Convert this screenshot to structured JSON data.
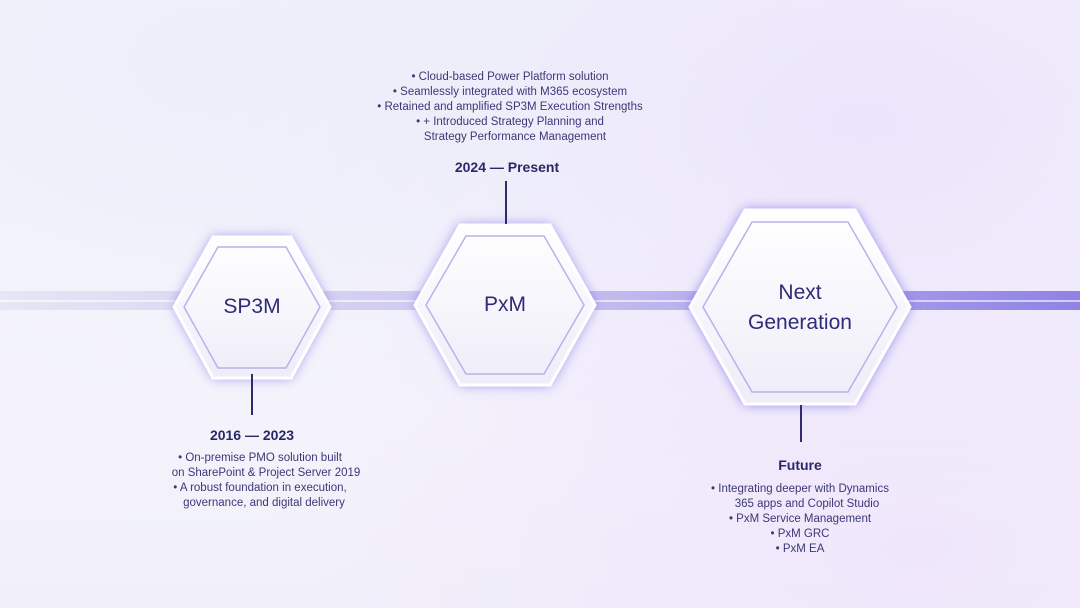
{
  "milestones": [
    {
      "name": "SP3M",
      "period": "2016 — 2023",
      "bullets": [
        "• On-premise PMO solution built",
        "on SharePoint & Project Server 2019",
        "• A robust foundation in execution,",
        "governance, and digital delivery"
      ]
    },
    {
      "name": "PxM",
      "period": "2024 — Present",
      "bullets": [
        "• Cloud-based Power Platform solution",
        "• Seamlessly integrated with M365 ecosystem",
        "• Retained and amplified SP3M Execution Strengths",
        "• + Introduced Strategy Planning and",
        "Strategy Performance Management"
      ]
    },
    {
      "name_line1": "Next",
      "name_line2": "Generation",
      "period": "Future",
      "bullets": [
        "• Integrating deeper with Dynamics",
        "365 apps and Copilot Studio",
        "• PxM Service Management",
        "• PxM GRC",
        "• PxM EA"
      ]
    }
  ],
  "colors": {
    "accent": "#7b6fe0",
    "text": "#2e2b78"
  }
}
